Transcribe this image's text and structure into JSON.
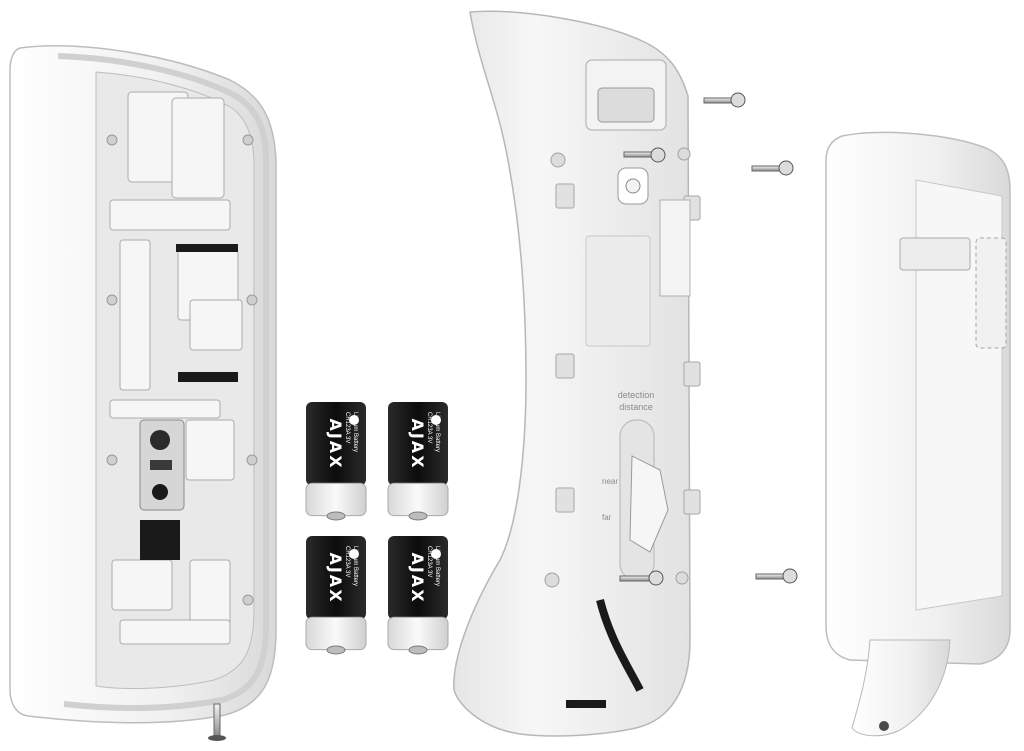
{
  "batteries": {
    "items": [
      {
        "brand": "AJAX",
        "spec": "CR123A 3V",
        "type": "Lithium Battery"
      },
      {
        "brand": "AJAX",
        "spec": "CR123A 3V",
        "type": "Lithium Battery"
      },
      {
        "brand": "AJAX",
        "spec": "CR123A 3V",
        "type": "Lithium Battery"
      },
      {
        "brand": "AJAX",
        "spec": "CR123A 3V",
        "type": "Lithium Battery"
      }
    ]
  },
  "mount_plate": {
    "label_top": "detection",
    "label_bottom": "distance",
    "near_label": "near",
    "far_label": "far"
  },
  "colors": {
    "plastic": "#f2f2f2",
    "shadow": "#c9c9c9",
    "dark": "#1a1a1a",
    "battery_body": "#111111",
    "battery_cap": "#e8e8e8"
  }
}
